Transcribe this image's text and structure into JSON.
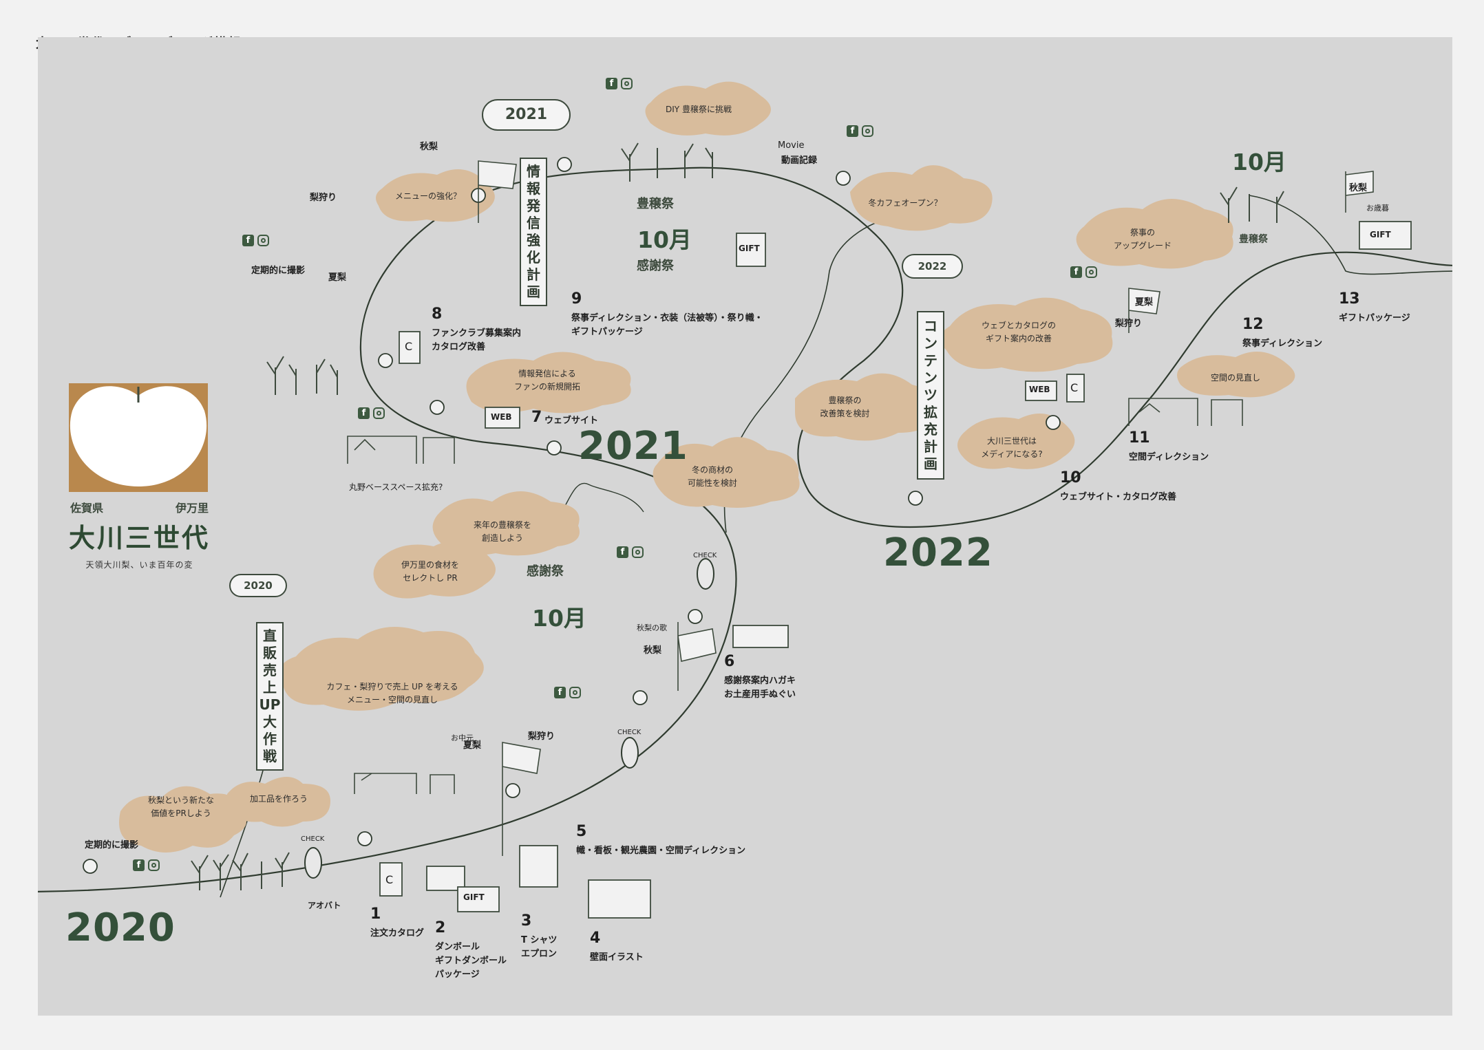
{
  "doc_title": "大川三世代　ブランディング構想",
  "years": {
    "y2020": "2020",
    "y2021": "2021",
    "y2022": "2022"
  },
  "months": {
    "oct_2020": "10月",
    "oct_2021": "10月",
    "oct_2022": "10月"
  },
  "banners": {
    "b2020": "直販売上UP大作戦",
    "b2021": "情報発信強化計画",
    "b2022": "コンテンツ拡充計画"
  },
  "zeppelins": {
    "z2020": "2020",
    "z2021": "2021",
    "z2022": "2022"
  },
  "items": [
    {
      "num": "1",
      "label": "注文カタログ"
    },
    {
      "num": "2",
      "label": "ダンボール\nギフトダンボール\nパッケージ"
    },
    {
      "num": "3",
      "label": "T シャツ\nエプロン"
    },
    {
      "num": "4",
      "label": "壁面イラスト"
    },
    {
      "num": "5",
      "label": "幟・看板・観光農園・空間ディレクション"
    },
    {
      "num": "6",
      "label": "感謝祭案内ハガキ\nお土産用手ぬぐい"
    },
    {
      "num": "7",
      "label": "ウェブサイト"
    },
    {
      "num": "8",
      "label": "ファンクラブ募集案内\nカタログ改善"
    },
    {
      "num": "9",
      "label": "祭事ディレクション・衣装（法被等）・祭り幟・\nギフトパッケージ"
    },
    {
      "num": "10",
      "label": "ウェブサイト・カタログ改善"
    },
    {
      "num": "11",
      "label": "空間ディレクション"
    },
    {
      "num": "12",
      "label": "祭事ディレクション"
    },
    {
      "num": "13",
      "label": "ギフトパッケージ"
    }
  ],
  "clouds": [
    "秋梨という新たな\n価値をPRしよう",
    "加工品を作ろう",
    "カフェ・梨狩りで売上 UP を考える\nメニュー・空間の見直し",
    "来年の豊穣祭を\n創造しよう",
    "伊万里の食材を\nセレクトし PR",
    "冬の商材の\n可能性を検討",
    "情報発信による\nファンの新規開拓",
    "メニューの強化？",
    "DIY 豊穣祭に挑戦",
    "冬カフェオープン？",
    "ウェブとカタログの\nギフト案内の改善",
    "豊穣祭の\n改善策を検討",
    "大川三世代は\nメディアになる?",
    "祭事の\nアップグレード",
    "空間の見直し"
  ],
  "notes": {
    "photo_2020": "定期的に撮影",
    "photo_2021": "定期的に撮影",
    "movie": "動画記録",
    "movie_word": "Movie",
    "maruno": "丸野ベーススペース拡充?",
    "aobato": "アオバト",
    "check": "CHECK",
    "omiyage": "お中元",
    "oseibo": "お歳暮",
    "autumn_gift": "秋梨の歌",
    "web": "WEB",
    "catalog": "C",
    "gift": "GIFT",
    "houjousai": "豊穣祭",
    "kanshasai": "感謝祭",
    "nashigari": "梨狩り",
    "natsunashi": "夏梨",
    "akinashi": "秋梨"
  },
  "logo": {
    "pref": "佐賀県",
    "city": "伊万里",
    "name": "大川三世代",
    "tagline": "天領大川梨、いま百年の変"
  },
  "colors": {
    "accent": "#34503a",
    "cloud": "#d8bc9c",
    "logo_bg": "#b9884d",
    "board": "#d6d6d6"
  }
}
